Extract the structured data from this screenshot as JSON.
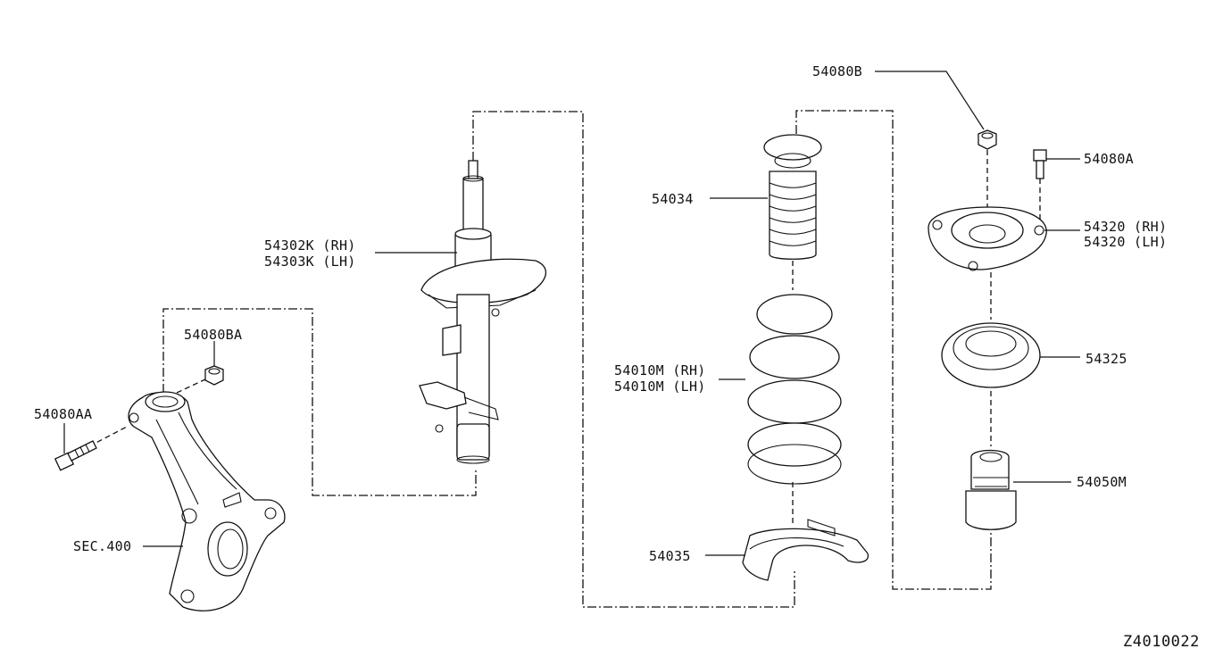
{
  "diagram": {
    "reference_code": "Z4010022",
    "parts": [
      {
        "id": "part-54080b",
        "lines": [
          "54080B"
        ]
      },
      {
        "id": "part-54080a",
        "lines": [
          "54080A"
        ]
      },
      {
        "id": "part-54320",
        "lines": [
          "54320 (RH)",
          "54320 (LH)"
        ]
      },
      {
        "id": "part-54325",
        "lines": [
          "54325"
        ]
      },
      {
        "id": "part-54050m",
        "lines": [
          "54050M"
        ]
      },
      {
        "id": "part-54034",
        "lines": [
          "54034"
        ]
      },
      {
        "id": "part-54010m",
        "lines": [
          "54010M (RH)",
          "54010M (LH)"
        ]
      },
      {
        "id": "part-54035",
        "lines": [
          "54035"
        ]
      },
      {
        "id": "part-54302k",
        "lines": [
          "54302K (RH)",
          "54303K (LH)"
        ]
      },
      {
        "id": "part-54080ba",
        "lines": [
          "54080BA"
        ]
      },
      {
        "id": "part-54080aa",
        "lines": [
          "54080AA"
        ]
      },
      {
        "id": "part-sec400",
        "lines": [
          "SEC.400"
        ]
      }
    ]
  }
}
